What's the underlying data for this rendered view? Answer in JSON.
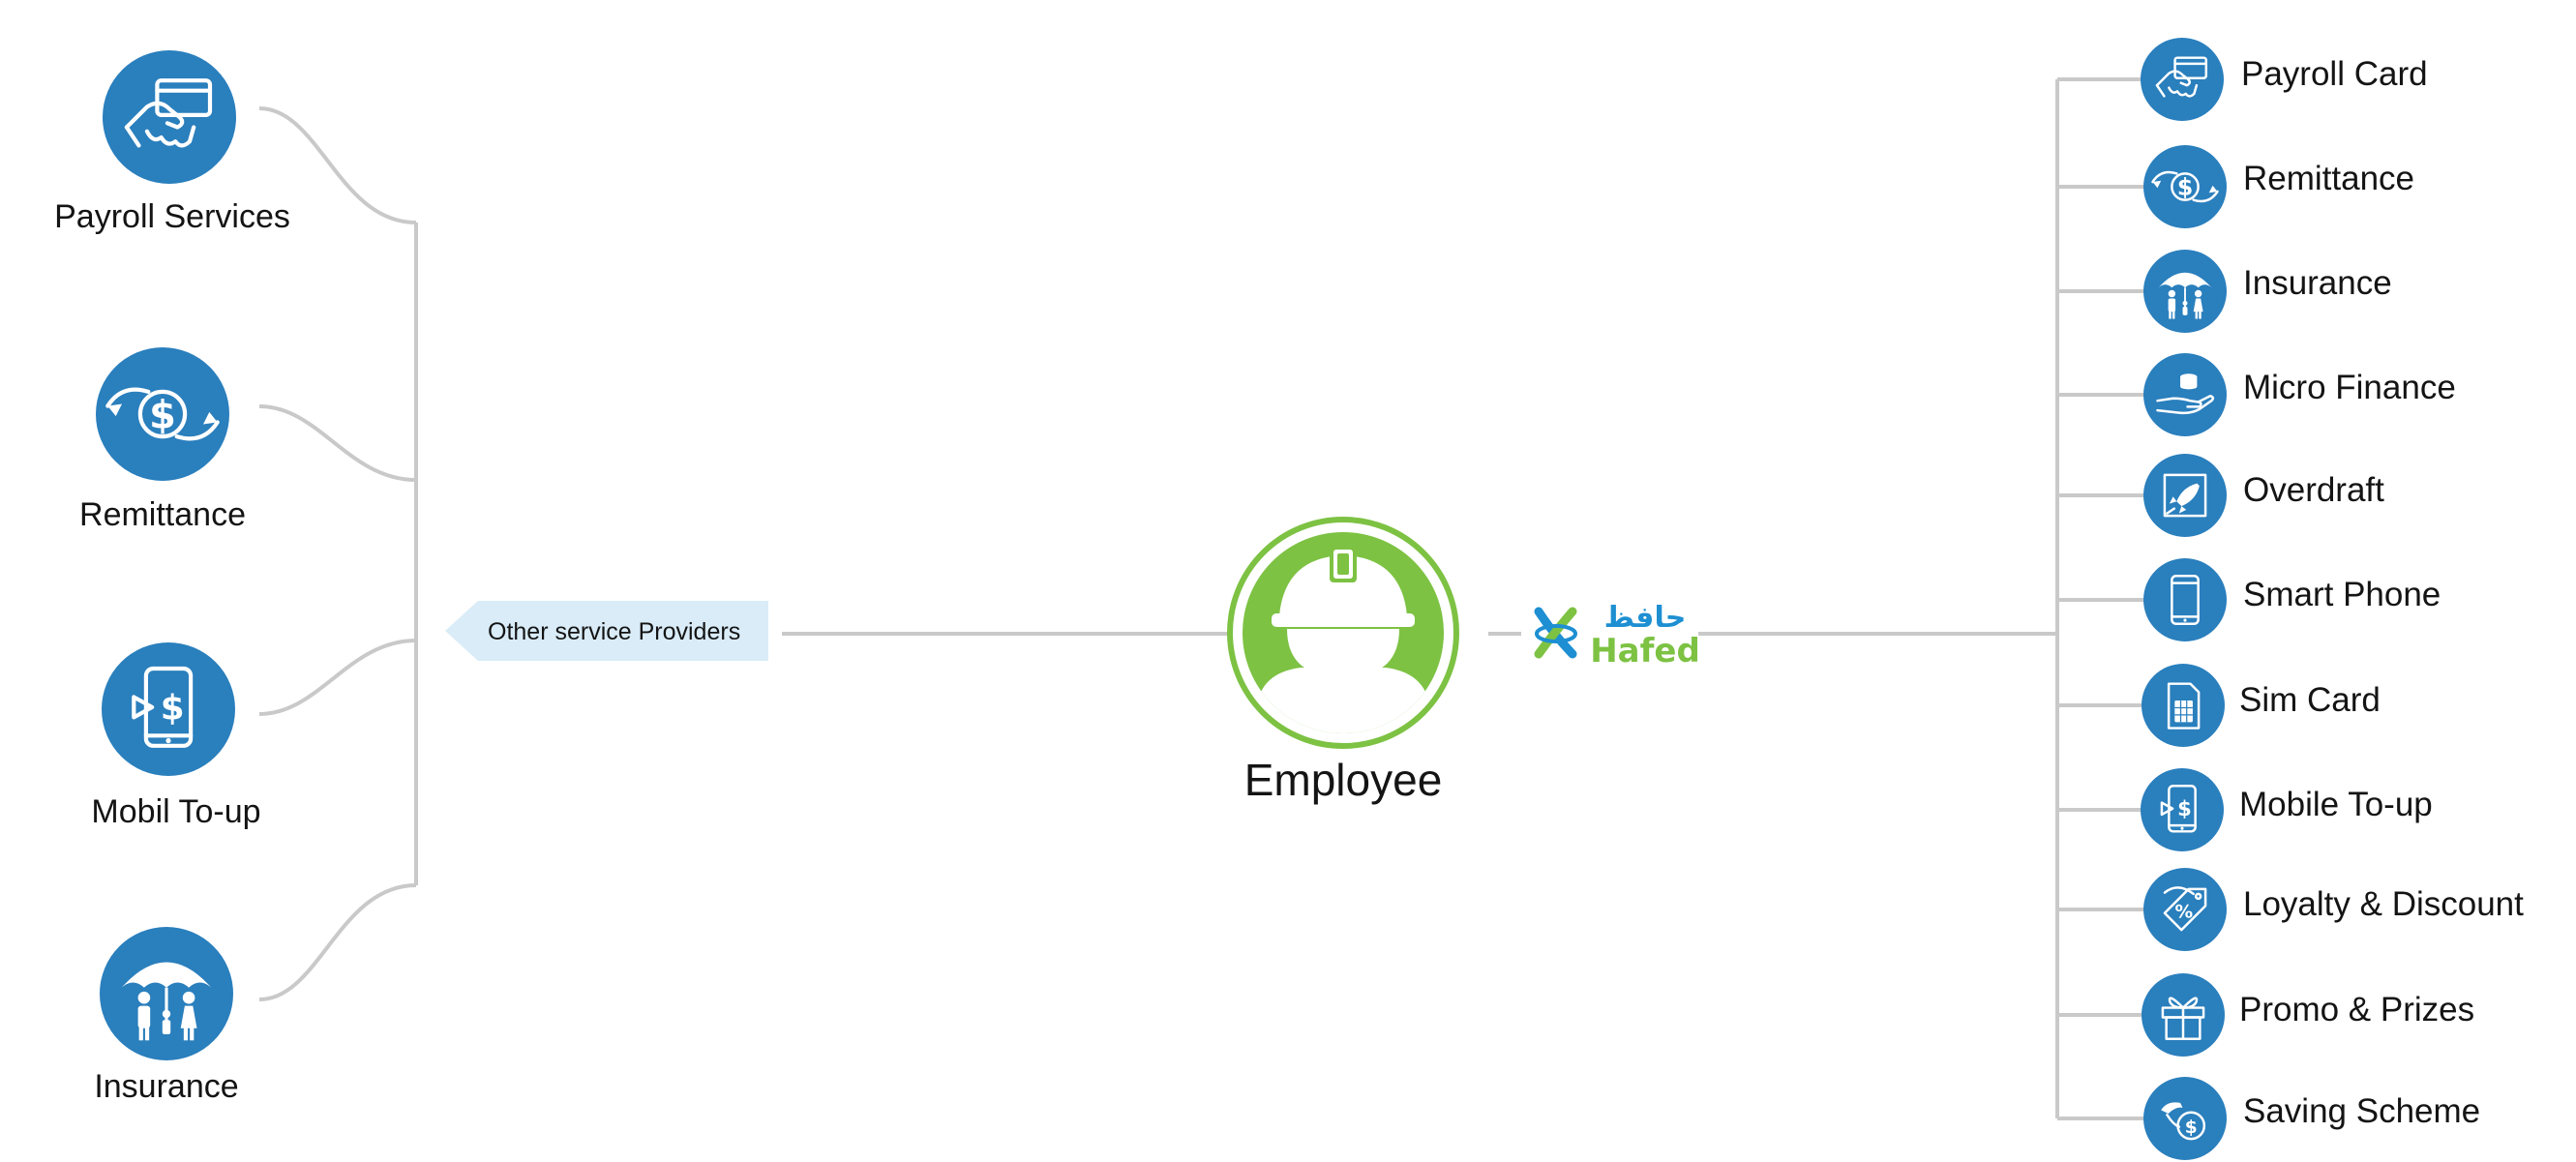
{
  "center": {
    "label": "Employee",
    "icon": "worker-helmet-icon",
    "color": "#7dc243"
  },
  "hafed": {
    "arabic": "حافظ",
    "latin": "Hafed",
    "colors": {
      "blue": "#1d8fd2",
      "green": "#7dc243"
    }
  },
  "other_tag": {
    "label": "Other service Providers",
    "bg": "#d9ecf8"
  },
  "left_services": [
    {
      "label": "Payroll Services",
      "icon": "payroll-card-icon"
    },
    {
      "label": "Remittance",
      "icon": "remittance-icon"
    },
    {
      "label": "Mobil To-up",
      "icon": "mobile-topup-icon"
    },
    {
      "label": "Insurance",
      "icon": "insurance-umbrella-icon"
    }
  ],
  "right_services": [
    {
      "label": "Payroll Card",
      "icon": "payroll-card-icon"
    },
    {
      "label": "Remittance",
      "icon": "remittance-icon"
    },
    {
      "label": "Insurance",
      "icon": "insurance-umbrella-icon"
    },
    {
      "label": "Micro Finance",
      "icon": "micro-finance-icon"
    },
    {
      "label": "Overdraft",
      "icon": "overdraft-rocket-icon"
    },
    {
      "label": "Smart Phone",
      "icon": "smartphone-icon"
    },
    {
      "label": "Sim Card",
      "icon": "sim-card-icon"
    },
    {
      "label": "Mobile To-up",
      "icon": "mobile-topup-icon"
    },
    {
      "label": "Loyalty & Discount",
      "icon": "discount-tag-icon"
    },
    {
      "label": "Promo & Prizes",
      "icon": "gift-icon"
    },
    {
      "label": "Saving Scheme",
      "icon": "saving-piggy-icon"
    }
  ],
  "colors": {
    "icon_blue": "#2a7fbd",
    "line_gray": "#c9c9c9"
  }
}
